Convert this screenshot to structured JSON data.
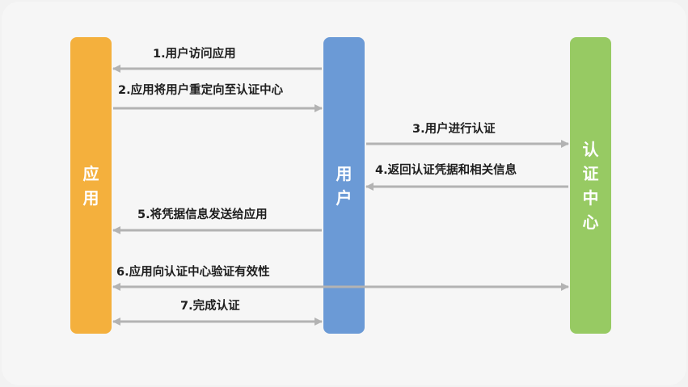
{
  "lanes": {
    "app": {
      "label": "应用",
      "color": "#f4b03d"
    },
    "user": {
      "label": "用户",
      "color": "#6b9ad6"
    },
    "auth": {
      "label": "认证中心",
      "color": "#97ca63"
    }
  },
  "arrow_color": "#b3b3b3",
  "steps": [
    {
      "label": "1.用户访问应用",
      "from": "user",
      "to": "app"
    },
    {
      "label": "2.应用将用户重定向至认证中心",
      "from": "app",
      "to": "user"
    },
    {
      "label": "3.用户进行认证",
      "from": "user",
      "to": "auth"
    },
    {
      "label": "4.返回认证凭据和相关信息",
      "from": "auth",
      "to": "user"
    },
    {
      "label": "5.将凭据信息发送给应用",
      "from": "user",
      "to": "app"
    },
    {
      "label": "6.应用向认证中心验证有效性",
      "from": "app",
      "to": "auth",
      "bidirectional": true
    },
    {
      "label": "7.完成认证",
      "from": "app",
      "to": "user",
      "bidirectional": true
    }
  ]
}
